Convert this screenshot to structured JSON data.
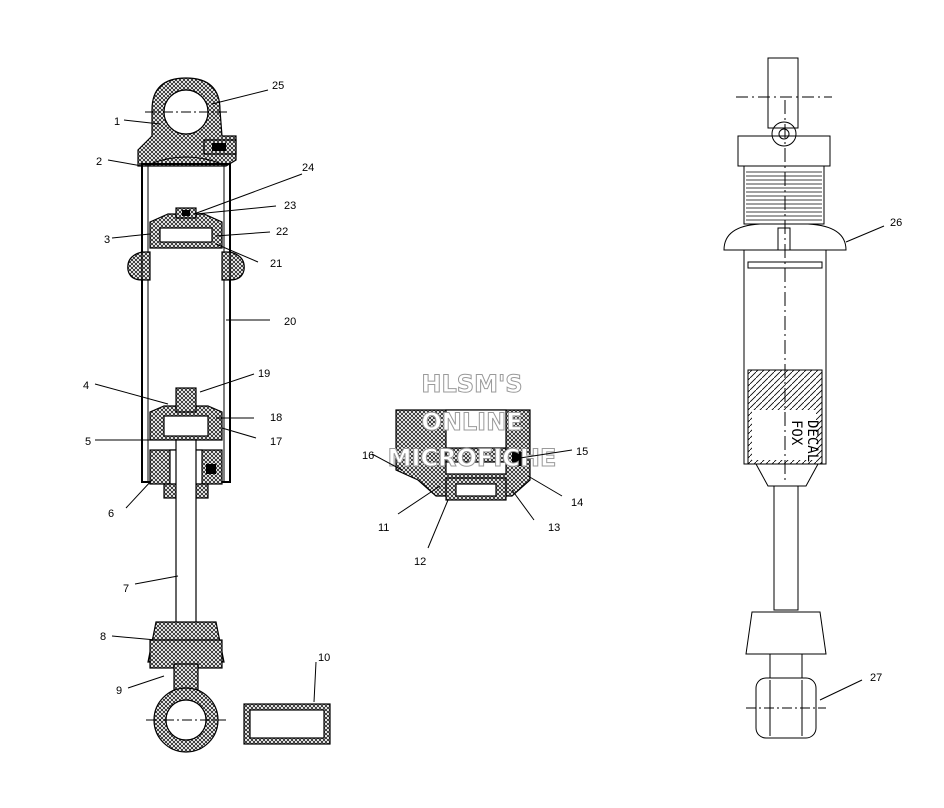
{
  "callouts": {
    "p1": "1",
    "p2": "2",
    "p3": "3",
    "p4": "4",
    "p5": "5",
    "p6": "6",
    "p7": "7",
    "p8": "8",
    "p9": "9",
    "p10": "10",
    "p11": "11",
    "p12": "12",
    "p13": "13",
    "p14": "14",
    "p15": "15",
    "p16": "16",
    "p17": "17",
    "p18": "18",
    "p19": "19",
    "p20": "20",
    "p21": "21",
    "p22": "22",
    "p23": "23",
    "p24": "24",
    "p25": "25",
    "p26": "26",
    "p27": "27"
  },
  "watermark": {
    "line1": "HLSM'S",
    "line2": "ONLINE",
    "line3": "MICROFICHE"
  },
  "decal": {
    "line1": "DECAL",
    "line2": "FOX"
  },
  "colors": {
    "line": "#000000",
    "background": "#ffffff",
    "watermark_stroke": "#9a9a9a"
  }
}
